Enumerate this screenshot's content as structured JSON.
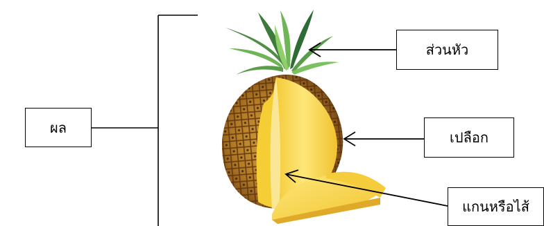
{
  "diagram": {
    "subject": "pineapple",
    "labels": {
      "fruit": "ผล",
      "crown": "ส่วนหัว",
      "peel": "เปลือก",
      "core": "แกนหรือไส้"
    },
    "colors": {
      "line": "#000000",
      "rind_dark": "#6b3e12",
      "rind_mid": "#b27a24",
      "rind_light": "#d9a441",
      "flesh": "#f6d23a",
      "flesh_light": "#fde77a",
      "core": "#f9e58c",
      "leaf_dark": "#2f6b36",
      "leaf_light": "#6fb457"
    }
  }
}
